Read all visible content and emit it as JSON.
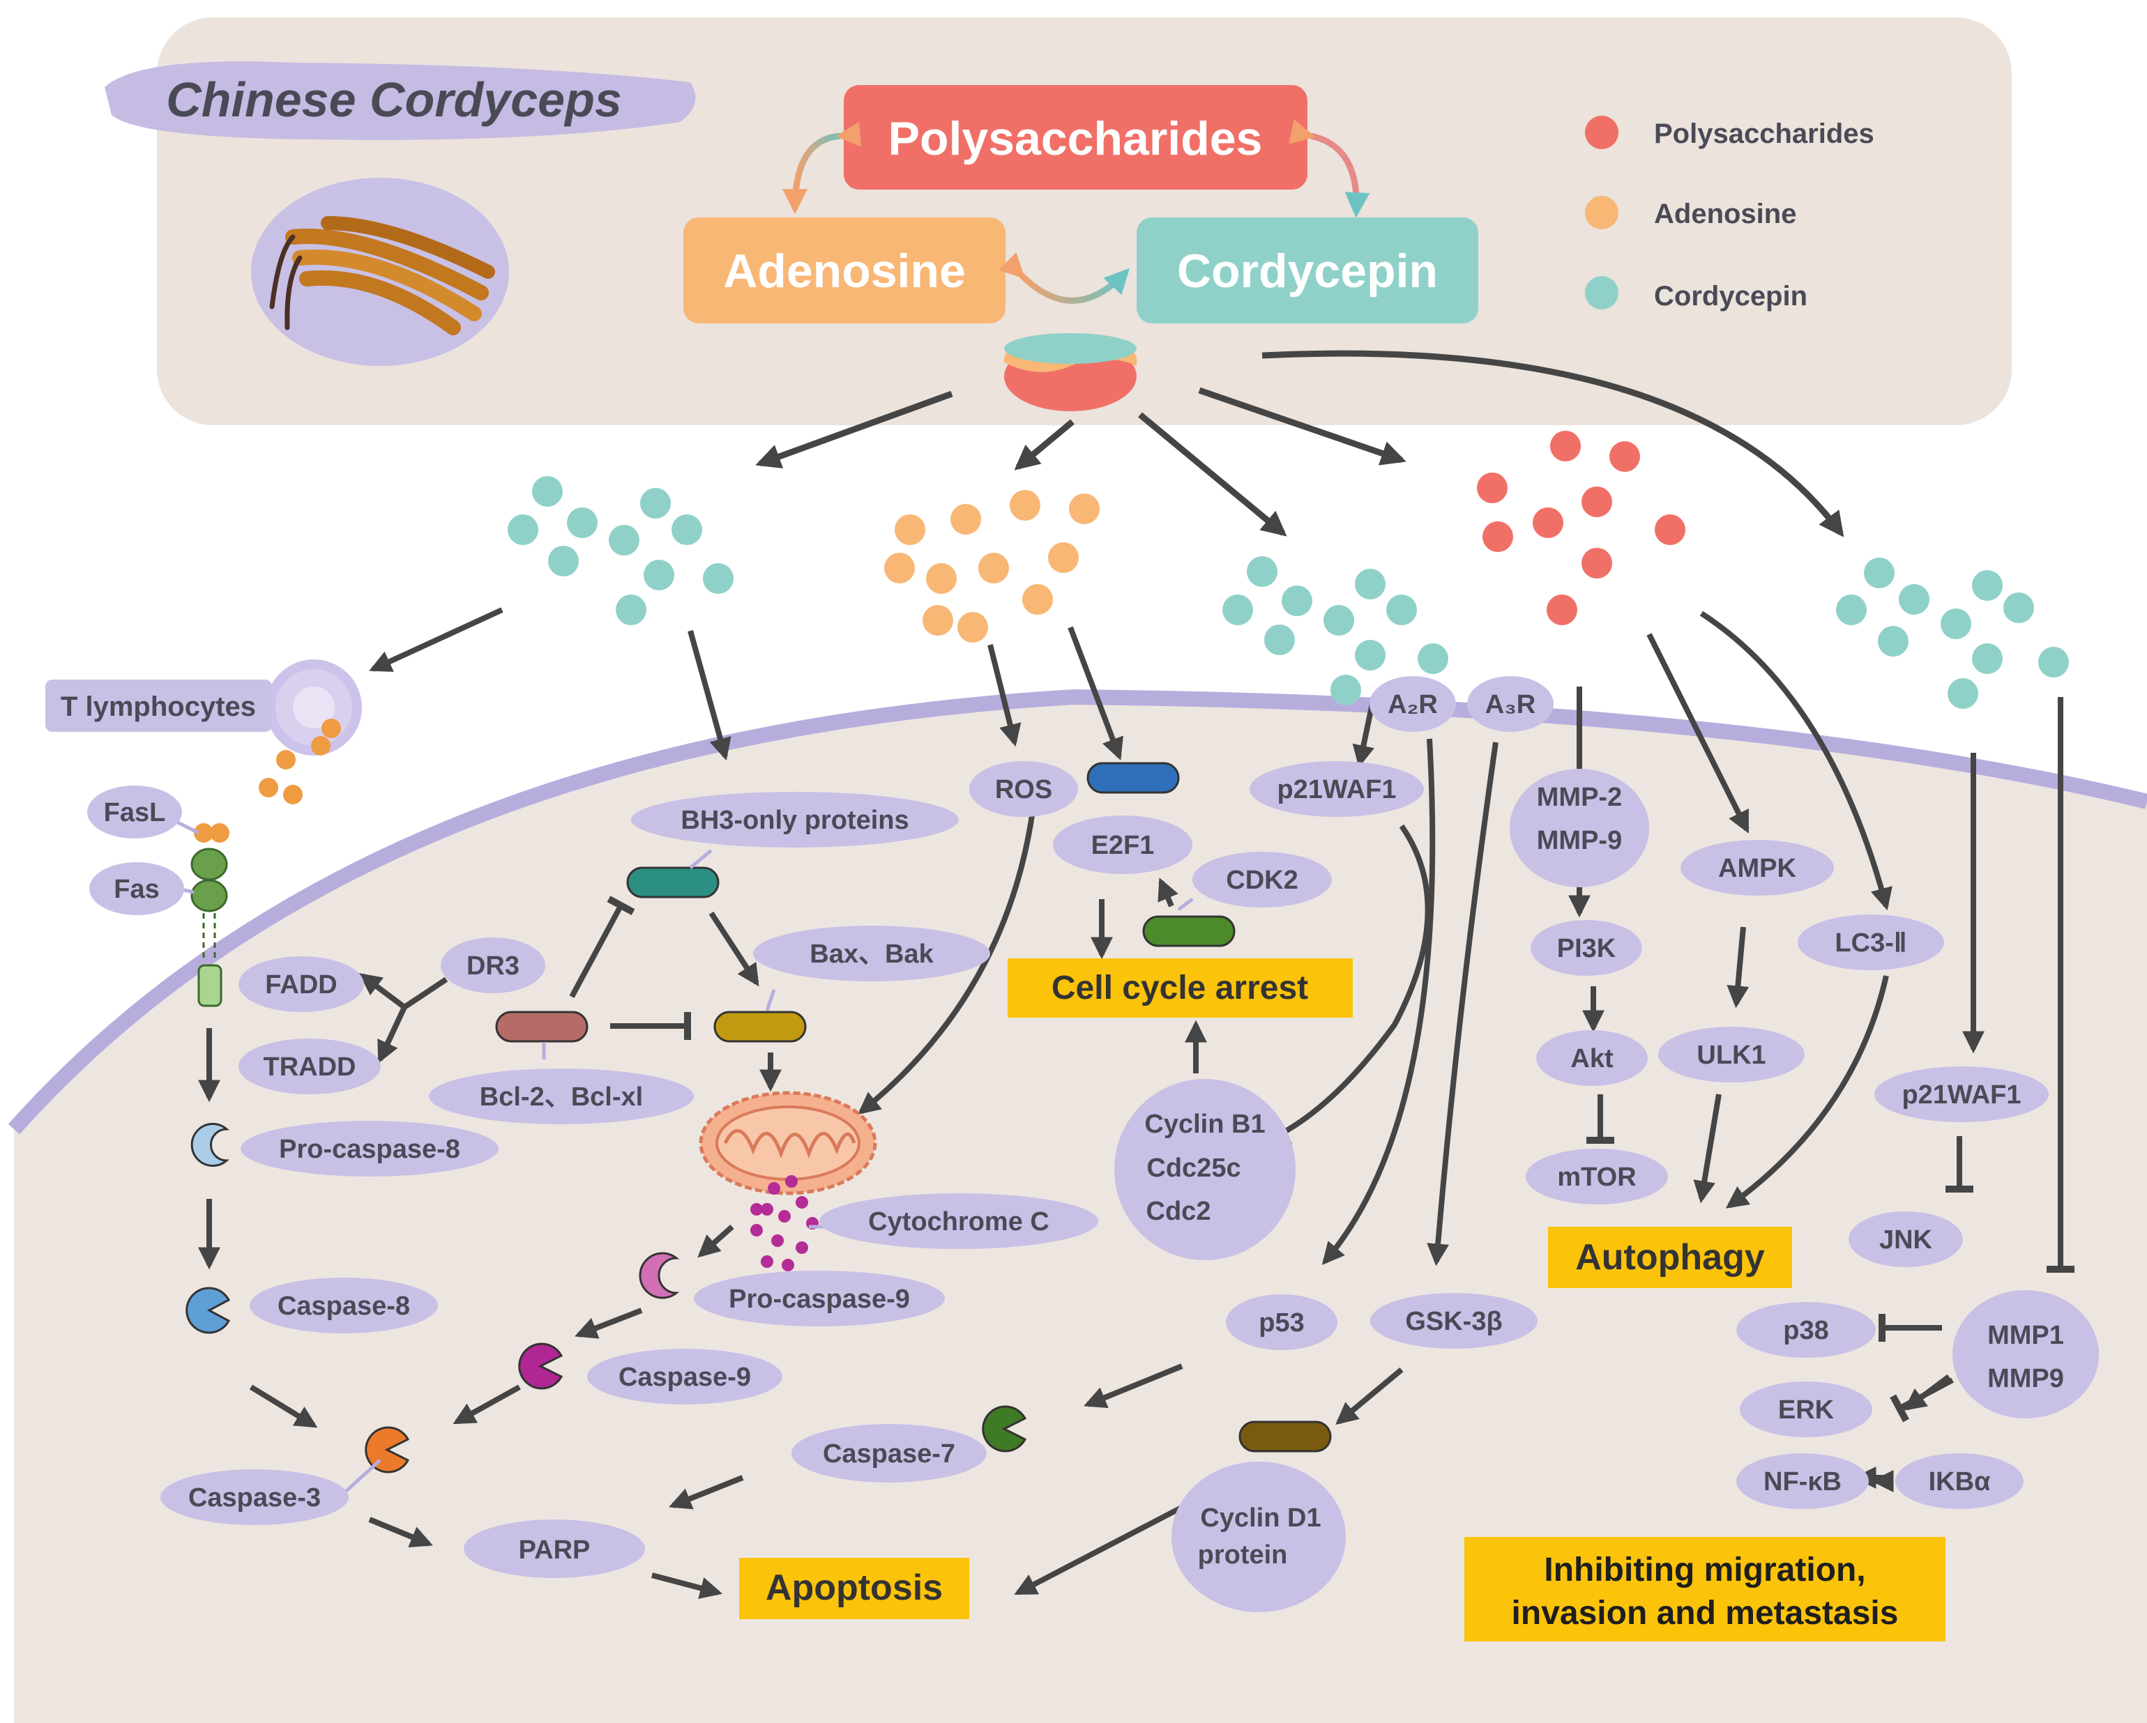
{
  "header": {
    "title": "Chinese Cordyceps",
    "compounds": {
      "polysaccharides": "Polysaccharides",
      "adenosine": "Adenosine",
      "cordycepin": "Cordycepin"
    },
    "legend": [
      {
        "label": "Polysaccharides",
        "color": "#f07068"
      },
      {
        "label": "Adenosine",
        "color": "#f8b775"
      },
      {
        "label": "Cordycepin",
        "color": "#8fd1c8"
      }
    ]
  },
  "colors": {
    "header_bg": "#ebe3dc",
    "cell_bg": "#ede6e0",
    "membrane": "#b7addd",
    "node_fill": "#c9c0e6",
    "node_text": "#4a4a57",
    "outcome_fill": "#fbc30a",
    "arrow": "#454545"
  },
  "nodes": {
    "t_lymphocytes": "T lymphocytes",
    "fasl": "FasL",
    "fas": "Fas",
    "fadd": "FADD",
    "tradd": "TRADD",
    "dr3": "DR3",
    "pro_caspase_8": "Pro-caspase-8",
    "caspase_8": "Caspase-8",
    "caspase_3": "Caspase-3",
    "bh3": "BH3-only proteins",
    "bax_bak": "Bax、Bak",
    "bcl2": "Bcl-2、Bcl-xl",
    "cytochrome_c": "Cytochrome C",
    "pro_caspase_9": "Pro-caspase-9",
    "caspase_9": "Caspase-9",
    "caspase_7": "Caspase-7",
    "parp": "PARP",
    "ros": "ROS",
    "e2f1": "E2F1",
    "cdk2": "CDK2",
    "p21waf1_a": "p21WAF1",
    "a2r": "A₂R",
    "a3r": "A₃R",
    "cyclin_b1": "Cyclin B1",
    "cdc25c": "Cdc25c",
    "cdc2": "Cdc2",
    "p53": "p53",
    "gsk3b": "GSK-3β",
    "cyclin_d1": "Cyclin D1",
    "cyclin_d1_protein": "protein",
    "mmp2": "MMP-2",
    "mmp9": "MMP-9",
    "pi3k": "PI3K",
    "akt": "Akt",
    "mtor": "mTOR",
    "ampk": "AMPK",
    "ulk1": "ULK1",
    "lc3": "LC3-Ⅱ",
    "p21waf1_b": "p21WAF1",
    "jnk": "JNK",
    "mmp1": "MMP1",
    "mmp9b": "MMP9",
    "p38": "p38",
    "erk": "ERK",
    "nfkb": "NF-κB",
    "ikba": "IKBα"
  },
  "outcomes": {
    "cell_cycle_arrest": "Cell cycle arrest",
    "apoptosis": "Apoptosis",
    "autophagy": "Autophagy",
    "inhibit_line1": "Inhibiting migration,",
    "inhibit_line2": "invasion and metastasis"
  }
}
